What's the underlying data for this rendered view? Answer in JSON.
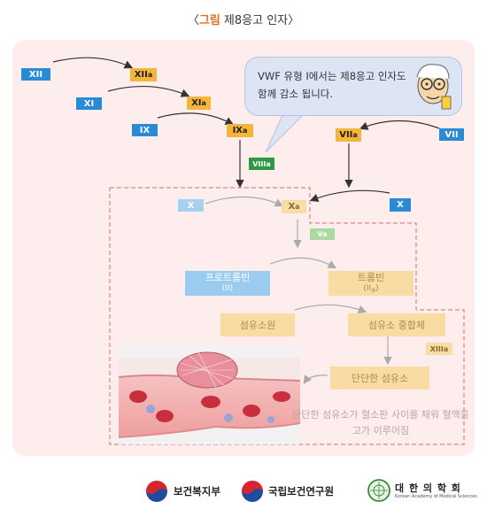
{
  "title": {
    "accent": "그림",
    "rest": "제8응고 인자"
  },
  "factors": {
    "xii": "XII",
    "xiia": "XII",
    "xi": "XI",
    "xia": "XI",
    "ix": "IX",
    "ixa": "IX",
    "viiia": "VIII",
    "viia": "VII",
    "vii": "VII",
    "x_left": "X",
    "xa": "X",
    "x_right": "X",
    "va": "Va",
    "xiiia": "XIII",
    "sub_a": "a"
  },
  "bubble": {
    "text": "VWF 유형 I에서는 제8응고 인자도 함께 감소 됩니다."
  },
  "labels": {
    "prothrombin": "프로트롬빈",
    "prothrombin_sub": "(II)",
    "thrombin": "트롬빈",
    "thrombin_sub": "(II",
    "fibrinogen": "섬유소원",
    "fibrin_polymer": "섬유소 중합체",
    "firm_fibrin": "단단한 섬유소"
  },
  "caption": "단단한 섬유소가 혈소판 사이를 채워 혈액응고가 이루어짐",
  "footer": {
    "ministry": "보건복지부",
    "institute": "국립보건연구원",
    "academy_kr": "대 한 의 학 회",
    "academy_en": "Korean Academy of Medical Sciences"
  },
  "colors": {
    "factor_blue": "#2a8ad6",
    "factor_orange": "#f4b53a",
    "factor_green": "#2d9a43",
    "panel": "#fdeeed",
    "title_accent": "#e0701c"
  }
}
